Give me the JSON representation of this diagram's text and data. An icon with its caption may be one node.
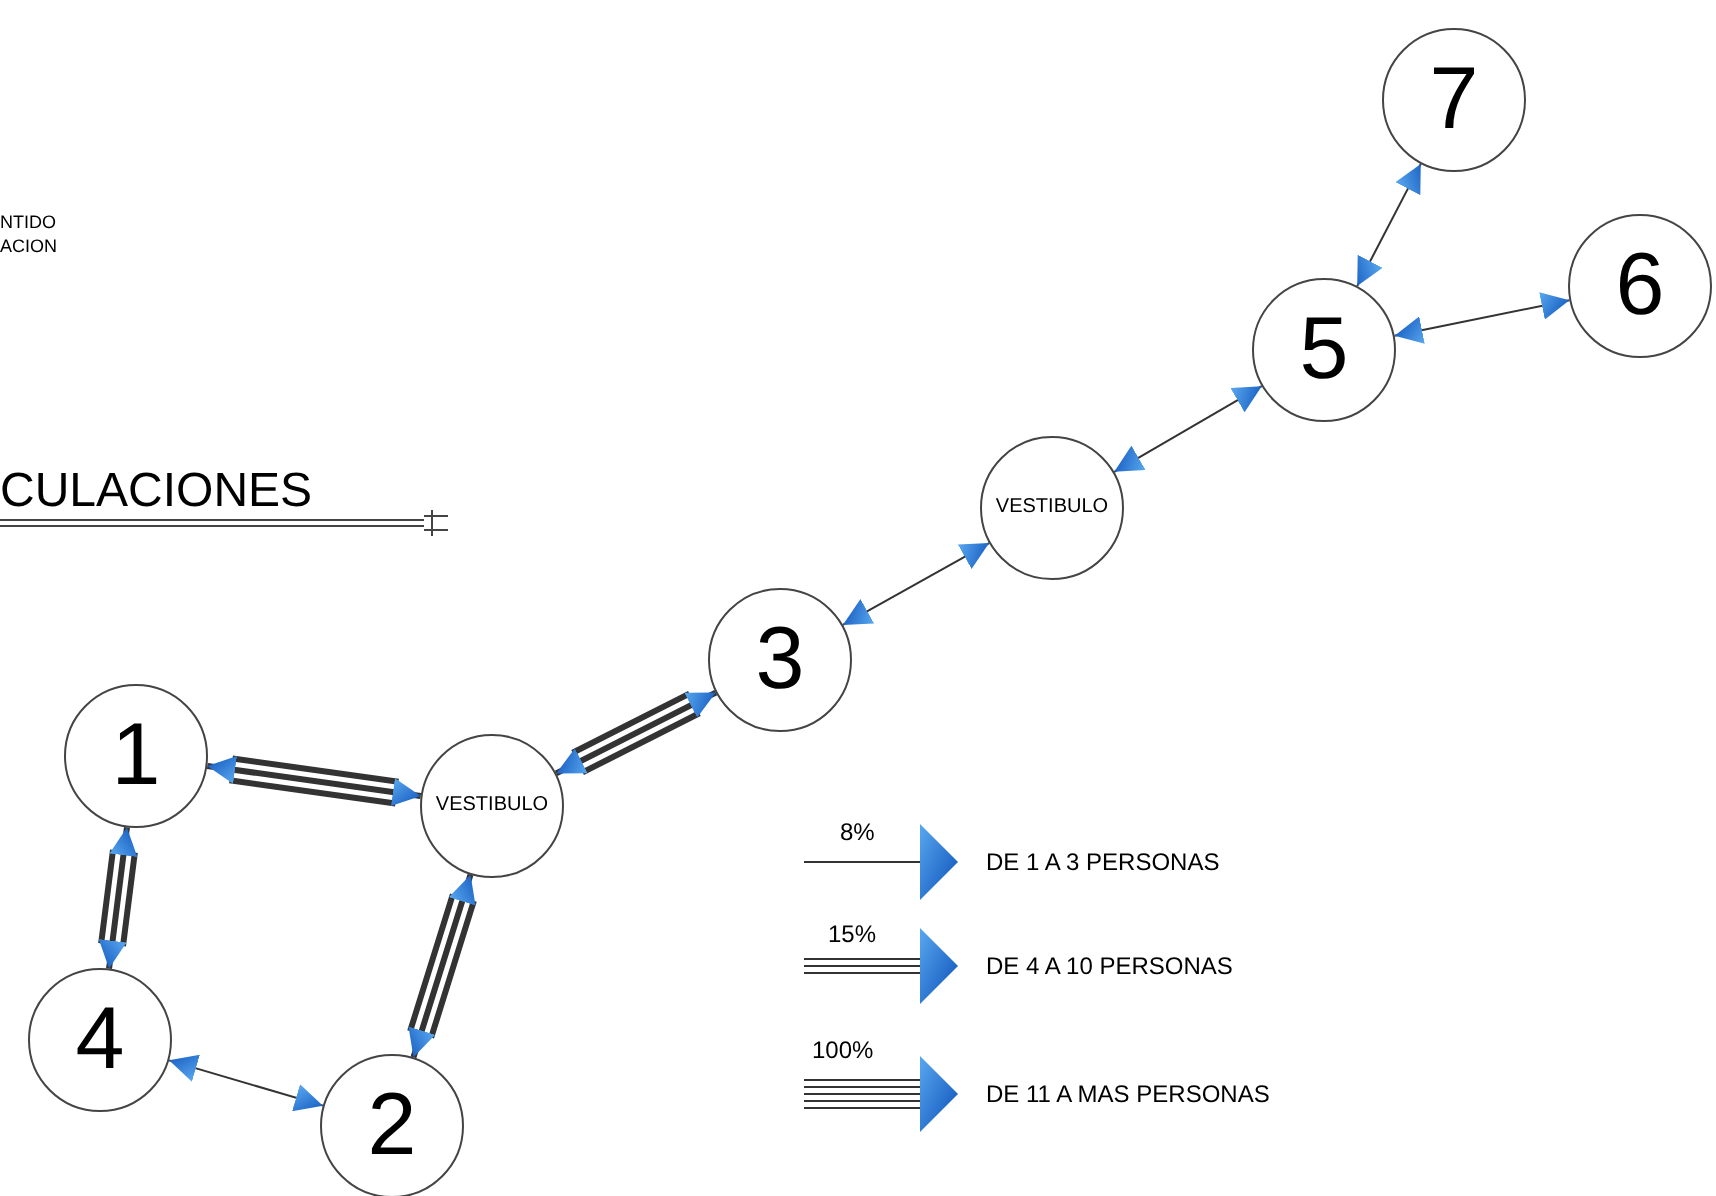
{
  "diagram": {
    "nodes": [
      {
        "text": [
          "1"
        ]
      },
      {
        "text": [
          "VESTIBULO"
        ]
      },
      {
        "text": [
          "3"
        ]
      },
      {
        "text": [
          "VESTIBULO"
        ]
      },
      {
        "text": [
          "5"
        ]
      },
      {
        "text": [
          "7"
        ]
      },
      {
        "text": [
          "6"
        ]
      },
      {
        "text": [
          "4"
        ]
      },
      {
        "text": [
          "2"
        ]
      }
    ],
    "edges": [
      {
        "from": 0,
        "to": 1,
        "arrow": "both",
        "style": "thick"
      },
      {
        "from": 1,
        "to": 2,
        "arrow": "both",
        "style": "thick"
      },
      {
        "from": 2,
        "to": 3,
        "arrow": "both"
      },
      {
        "from": 3,
        "to": 4,
        "arrow": "both"
      },
      {
        "from": 4,
        "to": 5,
        "arrow": "both"
      },
      {
        "from": 4,
        "to": 6,
        "arrow": "both"
      },
      {
        "from": 0,
        "to": 7,
        "arrow": "both",
        "style": "thick"
      },
      {
        "from": 1,
        "to": 8,
        "arrow": "both",
        "style": "thick"
      },
      {
        "from": 7,
        "to": 8,
        "arrow": "both"
      }
    ],
    "labels": [
      "NTIDO",
      "ACION",
      "CULACIONES",
      "8%",
      "15%",
      "100%"
    ],
    "legend": [
      {
        "text": "DE 1 A 3 PERSONAS"
      },
      {
        "text": "DE 4 A 10 PERSONAS"
      },
      {
        "text": "DE 11 A MAS PERSONAS"
      }
    ]
  }
}
